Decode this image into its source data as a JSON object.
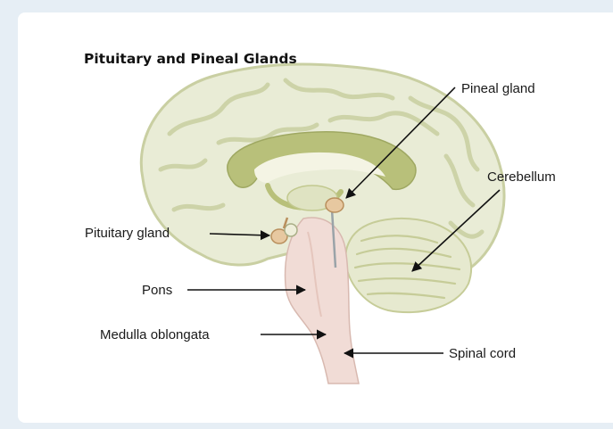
{
  "title": "Pituitary and Pineal Glands",
  "labels": {
    "pineal_gland": "Pineal gland",
    "cerebellum": "Cerebellum",
    "pituitary_gland": "Pituitary gland",
    "pons": "Pons",
    "medulla_oblongata": "Medulla oblongata",
    "spinal_cord": "Spinal cord"
  },
  "colors": {
    "cerebrum_fill": "#e9ecd6",
    "cerebrum_fold": "#c9cfa2",
    "corpus_callosum": "#b8c07a",
    "ventricle": "#f4f4e4",
    "brainstem": "#f1dcd6",
    "gland": "#e7c8a0",
    "background": "#e6eef5"
  }
}
